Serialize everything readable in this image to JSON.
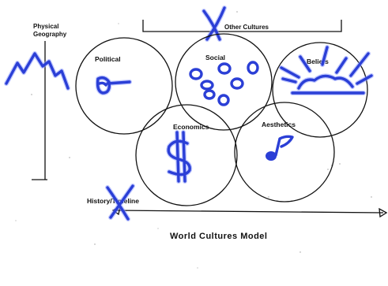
{
  "labels": {
    "physical": [
      "Physical",
      "Geography"
    ],
    "other_cultures": "Other Cultures",
    "political": "Political",
    "social": "Social",
    "beliefs": "Beliefs",
    "economics": "Economics",
    "aesthetics": "Aesthetics",
    "history": "History/Timeline",
    "title": "World Cultures Model"
  },
  "colors": {
    "pen": "#2b3fd6",
    "ink": "#111111"
  },
  "icons": [
    "mountain-doodle",
    "x-mark",
    "cannon-doodle",
    "circles-doodle",
    "sunrise-doodle",
    "dollar-sign",
    "music-note",
    "arrow-left",
    "arrow-right"
  ]
}
